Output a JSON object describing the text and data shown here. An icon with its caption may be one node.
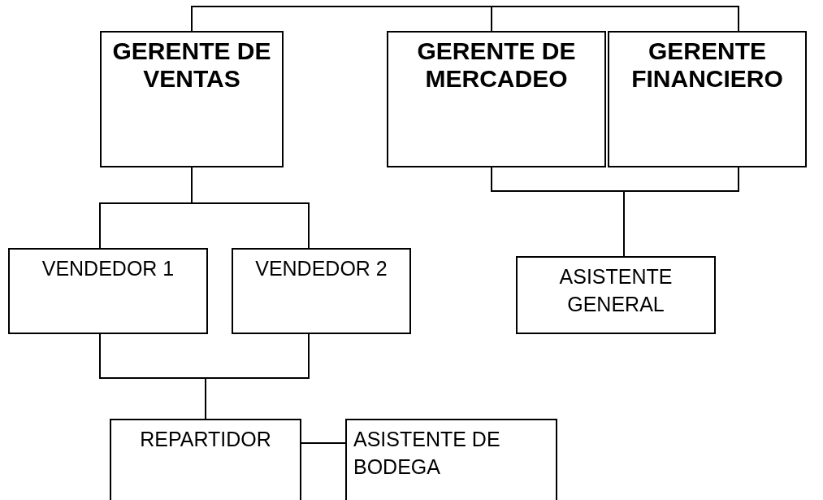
{
  "diagram": {
    "nodes": [
      {
        "text": [
          "GERENTE DE VENTAS"
        ]
      },
      {
        "text": [
          "GERENTE DE MERCADEO"
        ]
      },
      {
        "text": [
          "GERENTE FINANCIERO"
        ]
      },
      {
        "text": [
          "VENDEDOR 1"
        ]
      },
      {
        "text": [
          "VENDEDOR 2"
        ]
      },
      {
        "text": [
          "ASISTENTE GENERAL"
        ]
      },
      {
        "text": [
          "REPARTIDOR"
        ]
      },
      {
        "text": [
          "ASISTENTE DE BODEGA"
        ]
      }
    ],
    "edges": [
      {
        "from": 0,
        "to": 1,
        "arrow": "none"
      },
      {
        "from": 0,
        "to": 2,
        "arrow": "none"
      },
      {
        "from": 0,
        "to": 3,
        "arrow": "none"
      },
      {
        "from": 0,
        "to": 4,
        "arrow": "none"
      },
      {
        "from": 1,
        "to": 5,
        "arrow": "none"
      },
      {
        "from": 2,
        "to": 5,
        "arrow": "none"
      },
      {
        "from": 3,
        "to": 6,
        "arrow": "none"
      },
      {
        "from": 4,
        "to": 6,
        "arrow": "none"
      },
      {
        "from": 6,
        "to": 7,
        "arrow": "none"
      }
    ]
  }
}
